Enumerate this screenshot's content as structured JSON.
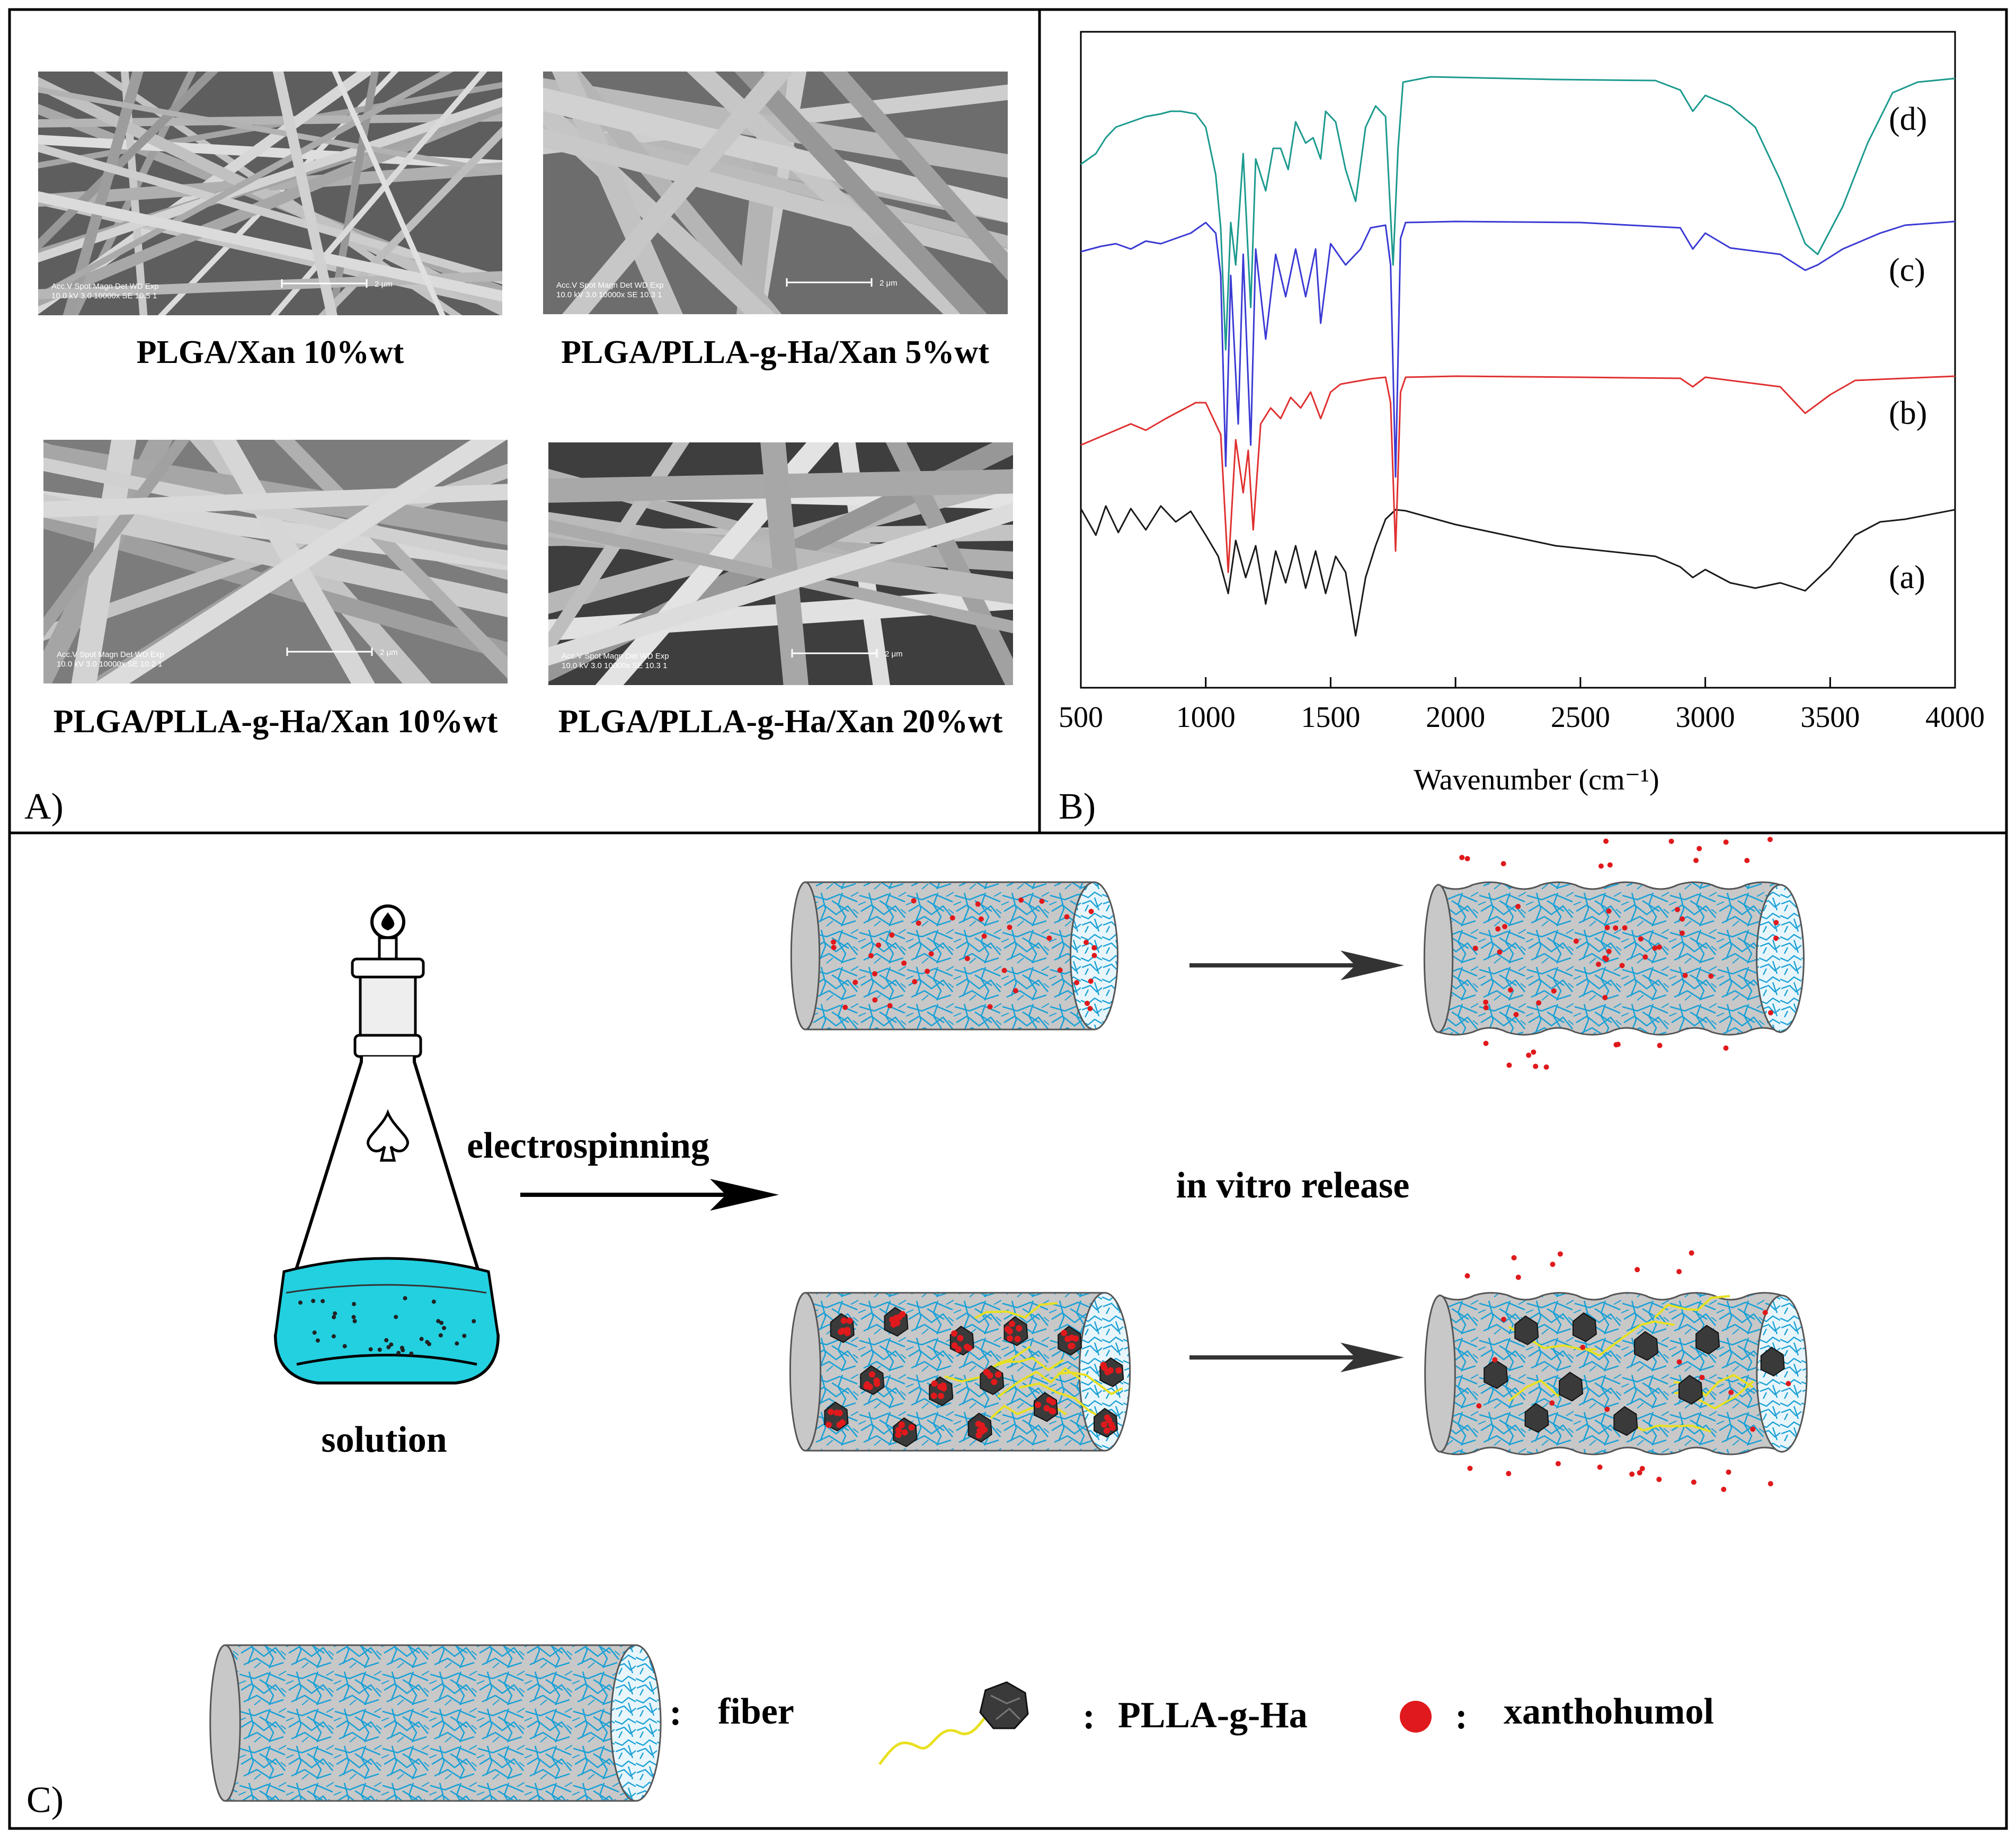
{
  "panel_a": {
    "label": "A)",
    "images": [
      {
        "caption": "PLGA/Xan 10%wt",
        "info_line1": "Acc.V   Spot Magn    Det  WD  Exp",
        "info_line2": "10.0 kV 3.0   10000x   SE   10.5  1",
        "scale": "2 μm",
        "tone": "#5e5e5e"
      },
      {
        "caption": "PLGA/PLLA-g-Ha/Xan 5%wt",
        "info_line1": "Acc.V   Spot Magn    Det  WD  Exp",
        "info_line2": "10.0 kV 3.0   10000x   SE   10.3  1",
        "scale": "2 μm",
        "tone": "#6d6d6d"
      },
      {
        "caption": "PLGA/PLLA-g-Ha/Xan 10%wt",
        "info_line1": "Acc.V   Spot Magn    Det  WD  Exp",
        "info_line2": "10.0 kV 3.0   10000x   SE   10.2  1",
        "scale": "2 μm",
        "tone": "#7c7c7c"
      },
      {
        "caption": "PLGA/PLLA-g-Ha/Xan 20%wt",
        "info_line1": "Acc.V   Spot Magn    Det  WD  Exp",
        "info_line2": "10.0 kV 3.0   10000x   SE   10.3  1",
        "scale": "2 μm",
        "tone": "#3e3e3e"
      }
    ]
  },
  "panel_b": {
    "label": "B)"
  },
  "chart_data": {
    "type": "line",
    "xlabel": "Wavenumber (cm⁻¹)",
    "xlim": [
      500,
      4000
    ],
    "xticks": [
      500,
      1000,
      1500,
      2000,
      2500,
      3000,
      3500,
      4000
    ],
    "xtick_labels": [
      "500",
      "1000",
      "1500",
      "2000",
      "2500",
      "3000",
      "3500",
      "4000"
    ],
    "grid": false,
    "series": [
      {
        "name": "(a)",
        "color": "#1a1a1a",
        "baseline": 970,
        "points": [
          [
            500,
            960
          ],
          [
            560,
            1010
          ],
          [
            600,
            955
          ],
          [
            650,
            1005
          ],
          [
            700,
            960
          ],
          [
            760,
            1000
          ],
          [
            820,
            955
          ],
          [
            880,
            985
          ],
          [
            940,
            965
          ],
          [
            1000,
            1010
          ],
          [
            1050,
            1050
          ],
          [
            1090,
            1120
          ],
          [
            1120,
            1020
          ],
          [
            1160,
            1090
          ],
          [
            1200,
            1030
          ],
          [
            1240,
            1140
          ],
          [
            1280,
            1040
          ],
          [
            1320,
            1100
          ],
          [
            1360,
            1030
          ],
          [
            1400,
            1110
          ],
          [
            1440,
            1040
          ],
          [
            1480,
            1120
          ],
          [
            1520,
            1050
          ],
          [
            1560,
            1080
          ],
          [
            1600,
            1200
          ],
          [
            1640,
            1090
          ],
          [
            1680,
            1030
          ],
          [
            1720,
            980
          ],
          [
            1760,
            962
          ],
          [
            1800,
            964
          ],
          [
            2000,
            990
          ],
          [
            2400,
            1030
          ],
          [
            2800,
            1050
          ],
          [
            2900,
            1070
          ],
          [
            2950,
            1090
          ],
          [
            3000,
            1075
          ],
          [
            3100,
            1100
          ],
          [
            3200,
            1110
          ],
          [
            3300,
            1100
          ],
          [
            3400,
            1115
          ],
          [
            3500,
            1070
          ],
          [
            3600,
            1010
          ],
          [
            3700,
            985
          ],
          [
            3800,
            980
          ],
          [
            4000,
            962
          ]
        ]
      },
      {
        "name": "(b)",
        "color": "#e03030",
        "baseline": 710,
        "points": [
          [
            500,
            840
          ],
          [
            600,
            820
          ],
          [
            700,
            800
          ],
          [
            760,
            812
          ],
          [
            840,
            790
          ],
          [
            900,
            775
          ],
          [
            960,
            760
          ],
          [
            1000,
            760
          ],
          [
            1060,
            820
          ],
          [
            1090,
            1080
          ],
          [
            1120,
            830
          ],
          [
            1150,
            930
          ],
          [
            1170,
            850
          ],
          [
            1190,
            1000
          ],
          [
            1220,
            800
          ],
          [
            1260,
            770
          ],
          [
            1300,
            790
          ],
          [
            1340,
            750
          ],
          [
            1380,
            770
          ],
          [
            1420,
            740
          ],
          [
            1460,
            790
          ],
          [
            1500,
            740
          ],
          [
            1540,
            725
          ],
          [
            1600,
            720
          ],
          [
            1660,
            715
          ],
          [
            1720,
            712
          ],
          [
            1740,
            760
          ],
          [
            1760,
            1040
          ],
          [
            1780,
            740
          ],
          [
            1800,
            712
          ],
          [
            2000,
            710
          ],
          [
            2500,
            712
          ],
          [
            2900,
            714
          ],
          [
            2950,
            730
          ],
          [
            3000,
            712
          ],
          [
            3300,
            730
          ],
          [
            3400,
            780
          ],
          [
            3500,
            745
          ],
          [
            3600,
            718
          ],
          [
            4000,
            710
          ]
        ]
      },
      {
        "name": "(c)",
        "color": "#3a3ad4",
        "baseline": 420,
        "points": [
          [
            500,
            475
          ],
          [
            580,
            465
          ],
          [
            640,
            460
          ],
          [
            700,
            470
          ],
          [
            760,
            455
          ],
          [
            820,
            460
          ],
          [
            880,
            450
          ],
          [
            940,
            440
          ],
          [
            1000,
            420
          ],
          [
            1040,
            440
          ],
          [
            1060,
            520
          ],
          [
            1080,
            880
          ],
          [
            1100,
            520
          ],
          [
            1130,
            800
          ],
          [
            1150,
            480
          ],
          [
            1180,
            840
          ],
          [
            1200,
            470
          ],
          [
            1240,
            640
          ],
          [
            1280,
            480
          ],
          [
            1320,
            560
          ],
          [
            1360,
            470
          ],
          [
            1400,
            560
          ],
          [
            1440,
            470
          ],
          [
            1460,
            610
          ],
          [
            1500,
            460
          ],
          [
            1560,
            500
          ],
          [
            1620,
            470
          ],
          [
            1660,
            430
          ],
          [
            1720,
            425
          ],
          [
            1740,
            500
          ],
          [
            1760,
            900
          ],
          [
            1780,
            450
          ],
          [
            1800,
            420
          ],
          [
            2000,
            418
          ],
          [
            2500,
            420
          ],
          [
            2900,
            430
          ],
          [
            2950,
            470
          ],
          [
            3000,
            440
          ],
          [
            3100,
            468
          ],
          [
            3300,
            480
          ],
          [
            3400,
            510
          ],
          [
            3450,
            500
          ],
          [
            3550,
            470
          ],
          [
            3700,
            440
          ],
          [
            3800,
            425
          ],
          [
            4000,
            418
          ]
        ]
      },
      {
        "name": "(d)",
        "color": "#1c9a8e",
        "baseline": 150,
        "points": [
          [
            500,
            310
          ],
          [
            560,
            290
          ],
          [
            600,
            260
          ],
          [
            640,
            240
          ],
          [
            700,
            230
          ],
          [
            760,
            220
          ],
          [
            820,
            215
          ],
          [
            860,
            210
          ],
          [
            900,
            210
          ],
          [
            960,
            215
          ],
          [
            1000,
            240
          ],
          [
            1040,
            330
          ],
          [
            1060,
            430
          ],
          [
            1080,
            660
          ],
          [
            1100,
            420
          ],
          [
            1120,
            500
          ],
          [
            1150,
            290
          ],
          [
            1180,
            580
          ],
          [
            1200,
            300
          ],
          [
            1240,
            360
          ],
          [
            1270,
            280
          ],
          [
            1300,
            280
          ],
          [
            1330,
            320
          ],
          [
            1360,
            230
          ],
          [
            1400,
            270
          ],
          [
            1430,
            260
          ],
          [
            1460,
            300
          ],
          [
            1480,
            210
          ],
          [
            1520,
            230
          ],
          [
            1560,
            320
          ],
          [
            1600,
            380
          ],
          [
            1640,
            240
          ],
          [
            1680,
            200
          ],
          [
            1720,
            220
          ],
          [
            1750,
            500
          ],
          [
            1770,
            280
          ],
          [
            1790,
            155
          ],
          [
            1900,
            145
          ],
          [
            2400,
            150
          ],
          [
            2800,
            152
          ],
          [
            2900,
            170
          ],
          [
            2950,
            210
          ],
          [
            3000,
            180
          ],
          [
            3100,
            200
          ],
          [
            3200,
            240
          ],
          [
            3300,
            340
          ],
          [
            3400,
            460
          ],
          [
            3450,
            480
          ],
          [
            3550,
            390
          ],
          [
            3650,
            270
          ],
          [
            3750,
            175
          ],
          [
            3850,
            155
          ],
          [
            4000,
            148
          ]
        ]
      }
    ]
  },
  "panel_c": {
    "label": "C)",
    "arrow1_label": "electrospinning",
    "center_label": "in vitro release",
    "solution_label": "solution",
    "legend": {
      "fiber": "fiber",
      "plla": "PLLA-g-Ha",
      "xanthohumol": "xanthohumol",
      "sep": ":"
    },
    "colors": {
      "fiber_body": "#c8c8c8",
      "fiber_net": "#1ba1d6",
      "drug": "#e0191c",
      "solution": "#22d0e0",
      "linker": "#e8e020",
      "particle": "#3a3a3a"
    }
  }
}
